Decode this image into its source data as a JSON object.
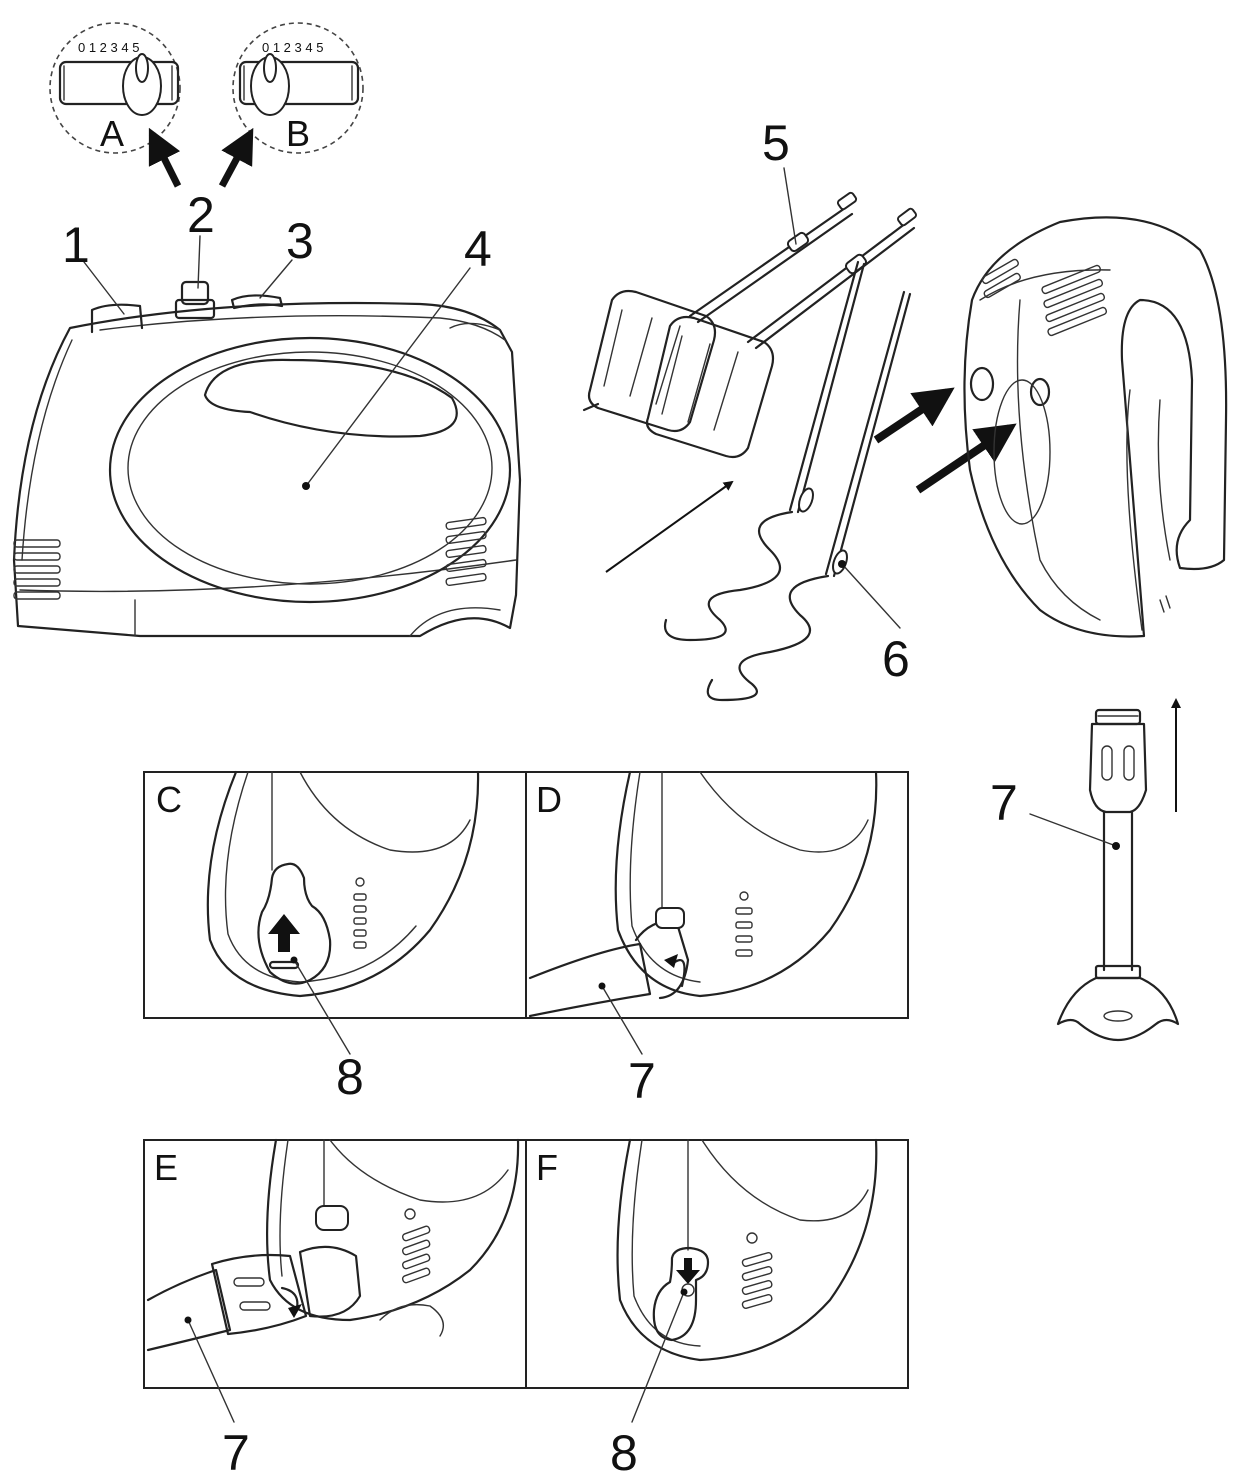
{
  "labels": {
    "n1": "1",
    "n2": "2",
    "n3": "3",
    "n4": "4",
    "n5": "5",
    "n6": "6",
    "n7_right": "7",
    "n7_panel_d": "7",
    "n7_panel_e": "7",
    "n8_panel_c": "8",
    "n8_panel_f": "8"
  },
  "switch_inset": {
    "a": {
      "letter": "A",
      "scale": "0 1 2 3 4 5"
    },
    "b": {
      "letter": "B",
      "scale": "0 1 2 3 4 5"
    }
  },
  "panels": {
    "c": "C",
    "d": "D",
    "e": "E",
    "f": "F"
  }
}
